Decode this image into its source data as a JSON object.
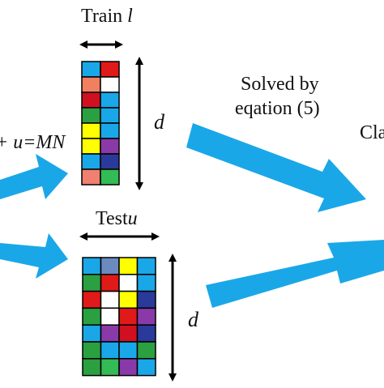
{
  "labels": {
    "train_word": "Train",
    "train_var": "l",
    "test_word": "Test",
    "test_var": "u",
    "d_train": "d",
    "d_test": "d",
    "formula_frag": "+ u=MN",
    "solved_line1": "Solved by",
    "solved_line2": "eqation (5)",
    "classify_frag": "Cla"
  },
  "colors": {
    "arrow": "#1aa7e8",
    "stroke": "#000000",
    "train_cells": [
      "#1aa7e8",
      "#e01919",
      "#f08060",
      "#ffffff",
      "#d01020",
      "#1aa7e8",
      "#2aa040",
      "#1aa7e8",
      "#ffff00",
      "#1aa7e8",
      "#ffff00",
      "#8a3aa8",
      "#1aa7e8",
      "#2a3a9a",
      "#f08070",
      "#33bb55"
    ],
    "test_cells": [
      "#1aa7e8",
      "#6a8ac0",
      "#ffff00",
      "#1aa7e8",
      "#2aa040",
      "#e01919",
      "#ffffff",
      "#1aa7e8",
      "#e01919",
      "#ffffff",
      "#ffff00",
      "#2a3a9a",
      "#2aa040",
      "#ffffff",
      "#e01919",
      "#8a3aa8",
      "#1aa7e8",
      "#8a3aa8",
      "#d01020",
      "#2a3a9a",
      "#2aa040",
      "#1aa7e8",
      "#1aa7e8",
      "#2aa040",
      "#2aa040",
      "#33bb55",
      "#8a3aa8",
      "#1aa7e8"
    ]
  }
}
